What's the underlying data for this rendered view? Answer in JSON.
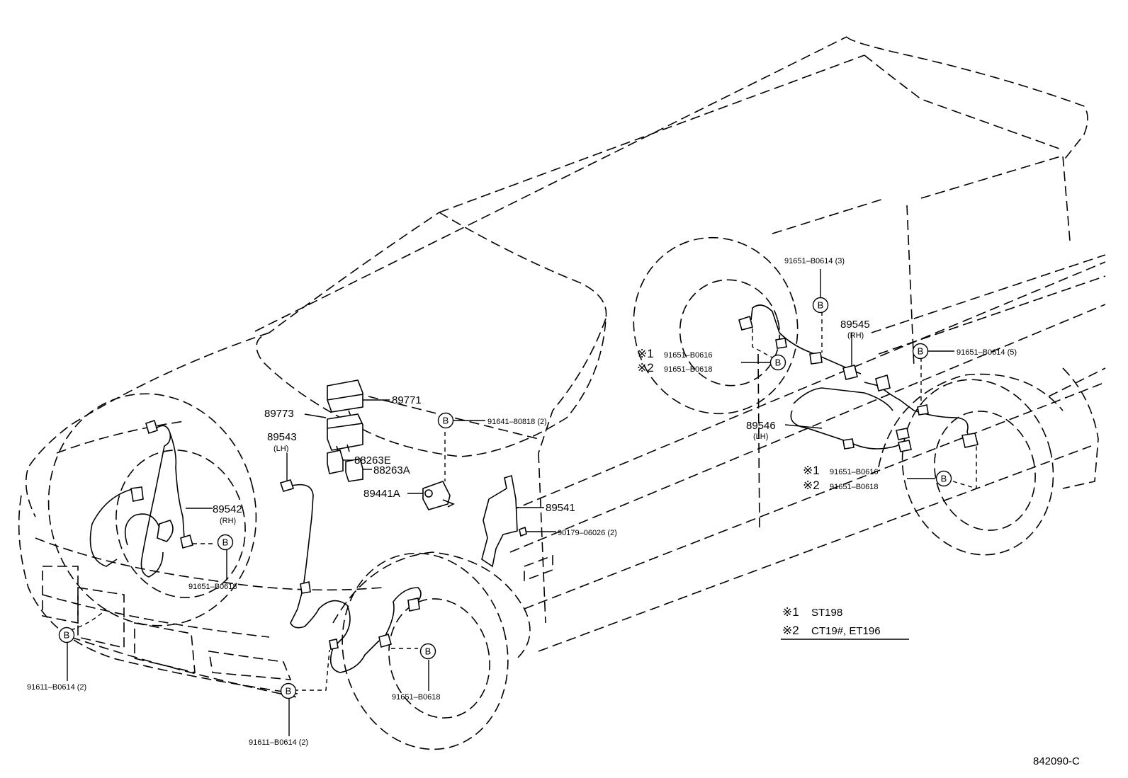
{
  "diagram_id": "842090-C",
  "bolt_mark": "B",
  "parts": {
    "p89771": "89771",
    "p89773": "89773",
    "p88263E": "88263E",
    "p88263A": "88263A",
    "p89441A": "89441A",
    "p89543": "89543",
    "p89543_side": "(LH)",
    "p89542": "89542",
    "p89542_side": "(RH)",
    "p89541": "89541",
    "p90179": "90179–06026 (2)",
    "p91641": "91641–80818 (2)",
    "p89545": "89545",
    "p89545_side": "(RH)",
    "p89546": "89546",
    "p89546_side": "(LH)",
    "fr_right_bolt": "91651–B0618",
    "fr_left_bolt": "91651–B0618",
    "fr_bumper_left": "91611–B0614 (2)",
    "fr_bumper_center": "91611–B0614 (2)",
    "rr_top_bolt": "91651–B0614 (3)",
    "rr_right_bolt": "91651–B0614 (5)",
    "rr_left_s1": "91651–B0616",
    "rr_left_s2": "91651–B0618",
    "rr_right_s1": "91651–B0616",
    "rr_right_s2": "91651–B0618"
  },
  "notes": {
    "mark1": "※1",
    "mark2": "※2",
    "note1_code": "※1",
    "note1_text": "ST198",
    "note2_code": "※2",
    "note2_text": "CT19#, ET196"
  }
}
